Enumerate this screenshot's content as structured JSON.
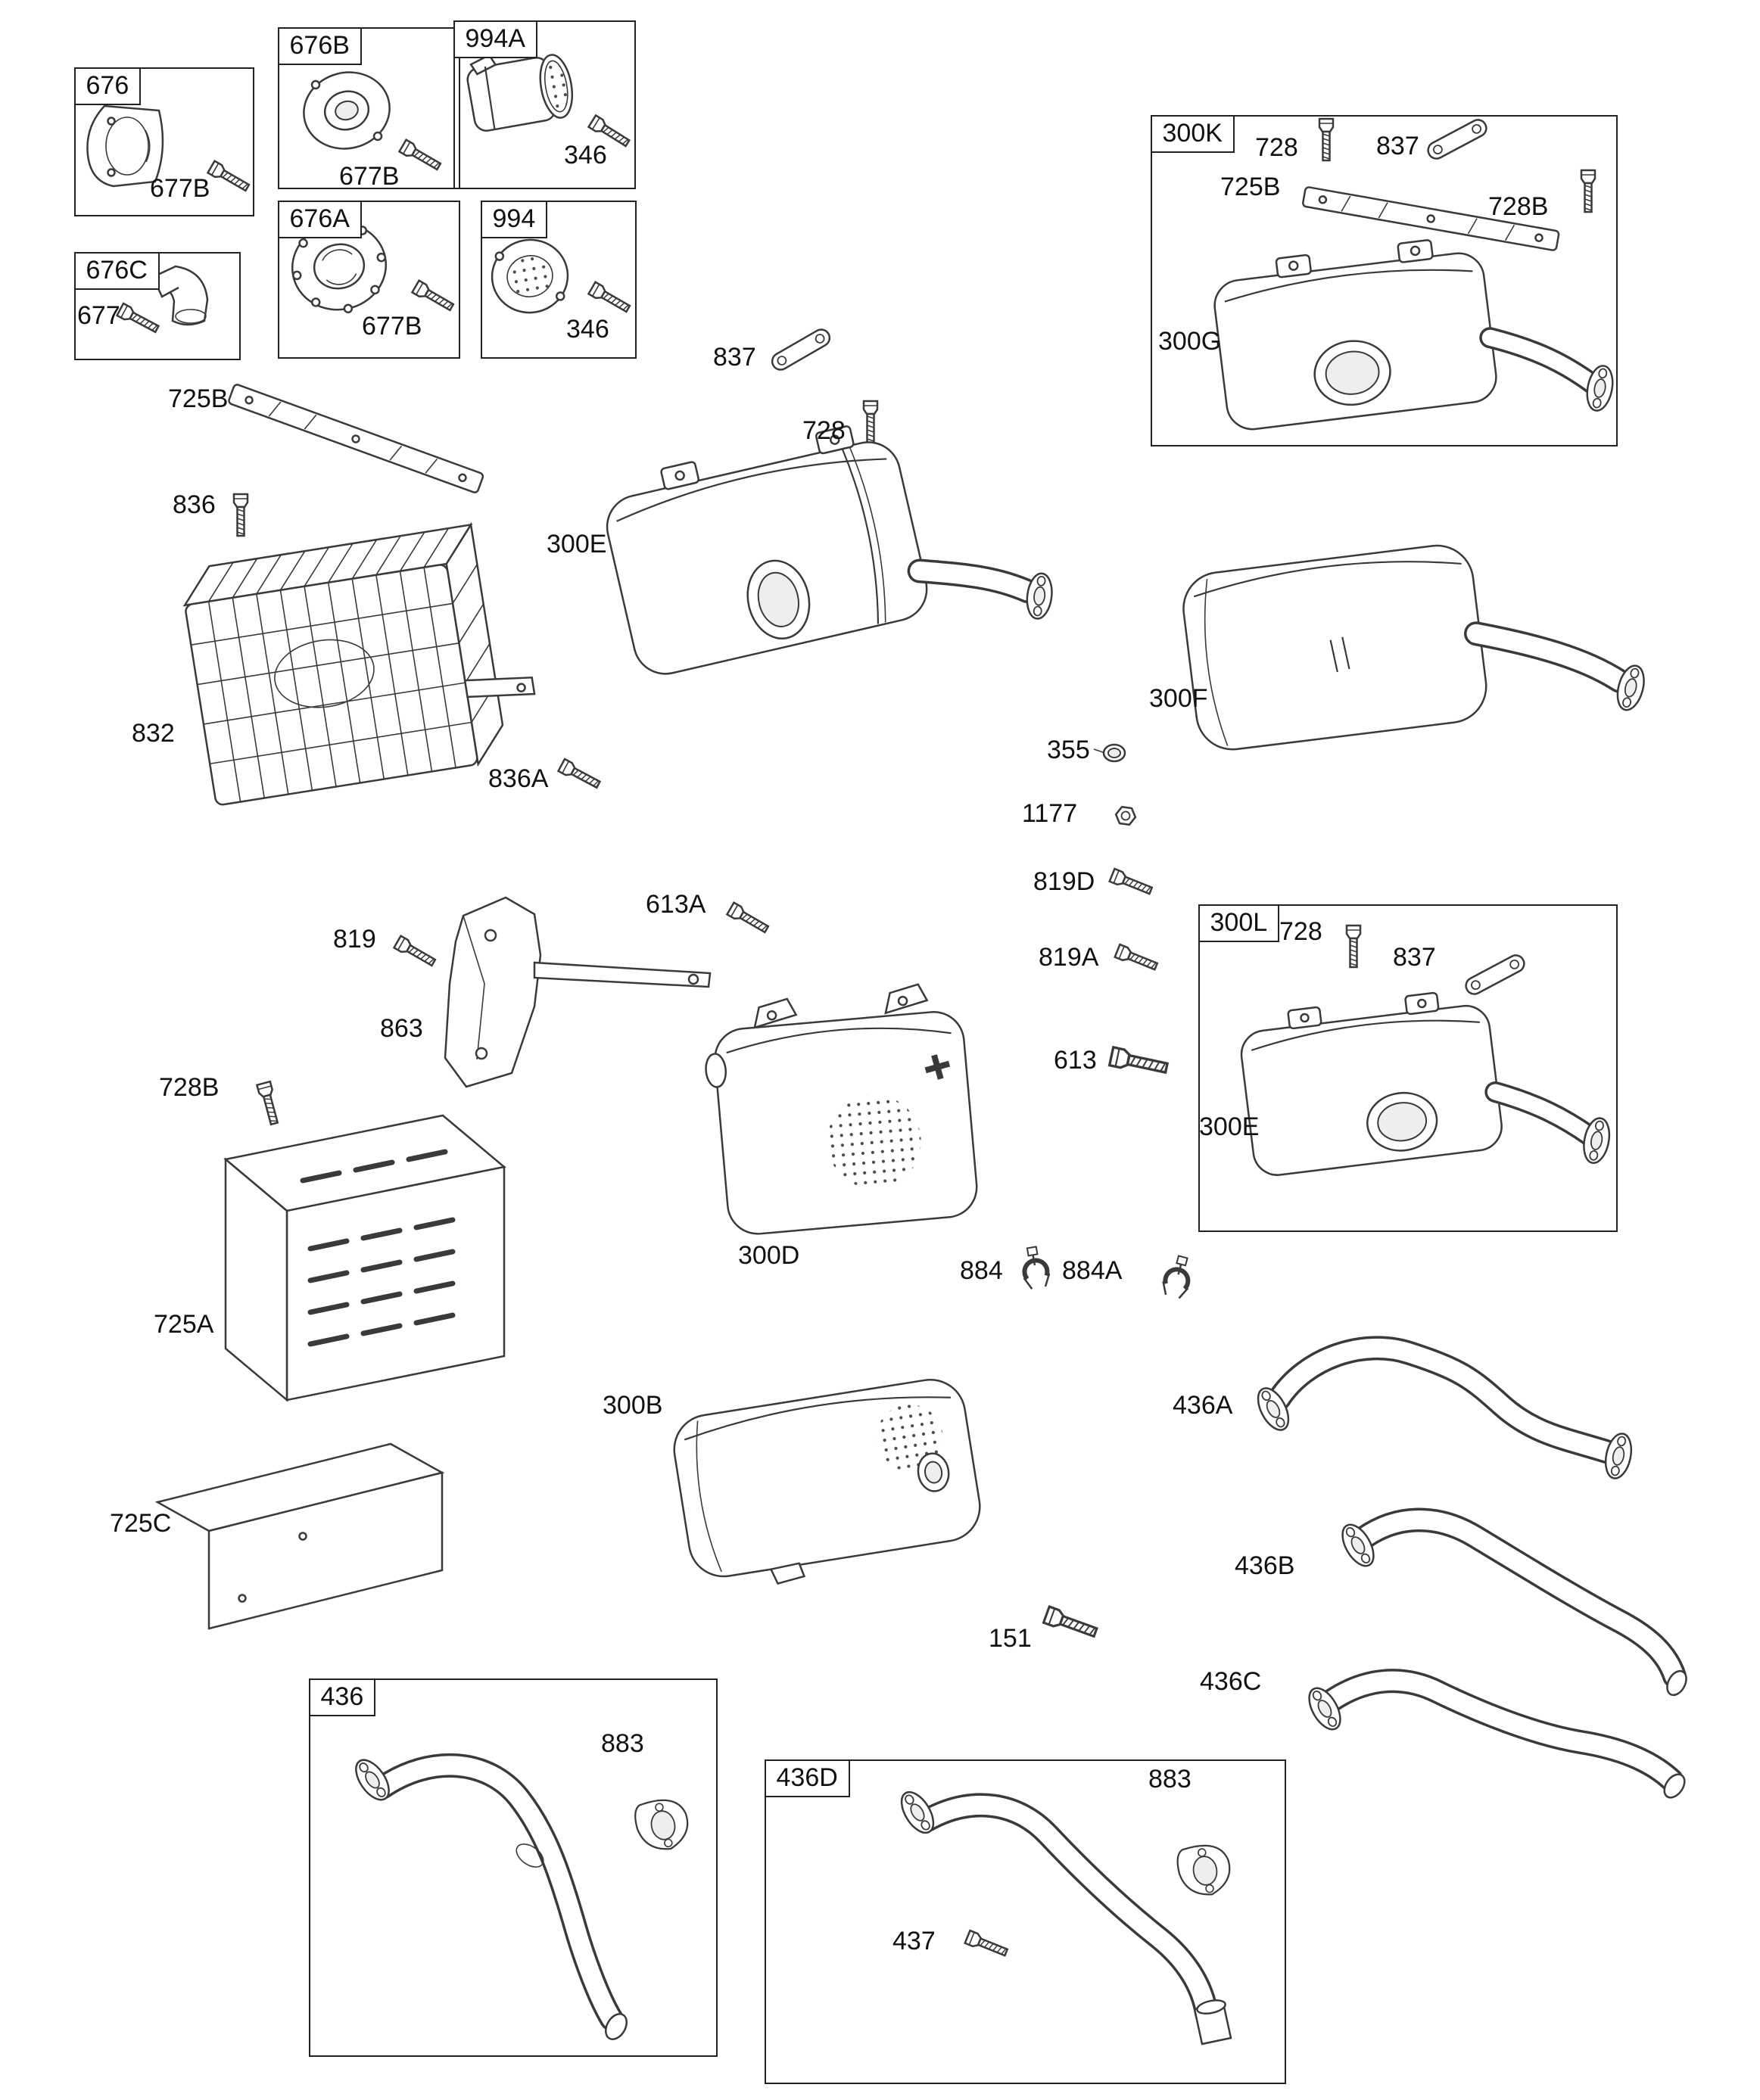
{
  "page": {
    "background": "#ffffff",
    "line_color": "#3a3a3a",
    "text_color": "#111111"
  },
  "groups": [
    {
      "label": "676"
    },
    {
      "label": "676B"
    },
    {
      "label": "994A"
    },
    {
      "label": "676C"
    },
    {
      "label": "676A"
    },
    {
      "label": "994"
    },
    {
      "label": "300K"
    },
    {
      "label": "300L"
    },
    {
      "label": "436"
    },
    {
      "label": "436D"
    }
  ],
  "callouts": [
    {
      "text": "677B"
    },
    {
      "text": "677B"
    },
    {
      "text": "346"
    },
    {
      "text": "677"
    },
    {
      "text": "677B"
    },
    {
      "text": "346"
    },
    {
      "text": "728"
    },
    {
      "text": "837"
    },
    {
      "text": "725B"
    },
    {
      "text": "728B"
    },
    {
      "text": "300G"
    },
    {
      "text": "725B"
    },
    {
      "text": "836"
    },
    {
      "text": "837"
    },
    {
      "text": "728"
    },
    {
      "text": "300E"
    },
    {
      "text": "832"
    },
    {
      "text": "836A"
    },
    {
      "text": "300F"
    },
    {
      "text": "355"
    },
    {
      "text": "1177"
    },
    {
      "text": "819D"
    },
    {
      "text": "728"
    },
    {
      "text": "837"
    },
    {
      "text": "819A"
    },
    {
      "text": "613"
    },
    {
      "text": "613A"
    },
    {
      "text": "819"
    },
    {
      "text": "863"
    },
    {
      "text": "728B"
    },
    {
      "text": "300E"
    },
    {
      "text": "300D"
    },
    {
      "text": "884"
    },
    {
      "text": "884A"
    },
    {
      "text": "725A"
    },
    {
      "text": "300B"
    },
    {
      "text": "436A"
    },
    {
      "text": "725C"
    },
    {
      "text": "436B"
    },
    {
      "text": "151"
    },
    {
      "text": "436C"
    },
    {
      "text": "883"
    },
    {
      "text": "883"
    },
    {
      "text": "437"
    }
  ]
}
